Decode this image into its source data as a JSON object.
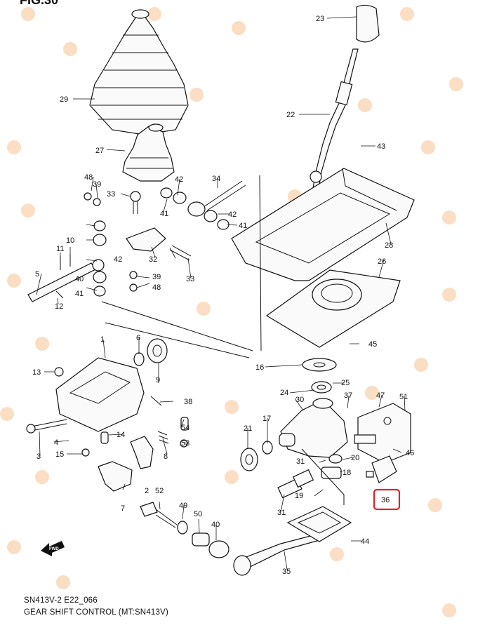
{
  "figure": {
    "title": "FIG.30",
    "code": "SN413V-2 E22_066",
    "name": "GEAR SHIFT CONTROL (MT:SN413V)",
    "direction_marker": "FWD",
    "highlighted_part": "36",
    "highlight_color": "#d9262b",
    "watermark_color": "#f08a2a"
  },
  "callouts": [
    "23",
    "22",
    "43",
    "28",
    "29",
    "27",
    "26",
    "45",
    "48",
    "39",
    "33",
    "42",
    "34",
    "41",
    "42",
    "41",
    "11",
    "10",
    "42",
    "32",
    "5",
    "39",
    "33",
    "40",
    "48",
    "12",
    "41",
    "1",
    "6",
    "9",
    "13",
    "16",
    "25",
    "24",
    "37",
    "47",
    "51",
    "38",
    "30",
    "17",
    "21",
    "54",
    "14",
    "8",
    "53",
    "4",
    "3",
    "15",
    "46",
    "31",
    "20",
    "18",
    "19",
    "31",
    "52",
    "2",
    "7",
    "49",
    "50",
    "40",
    "44",
    "36",
    "35"
  ]
}
